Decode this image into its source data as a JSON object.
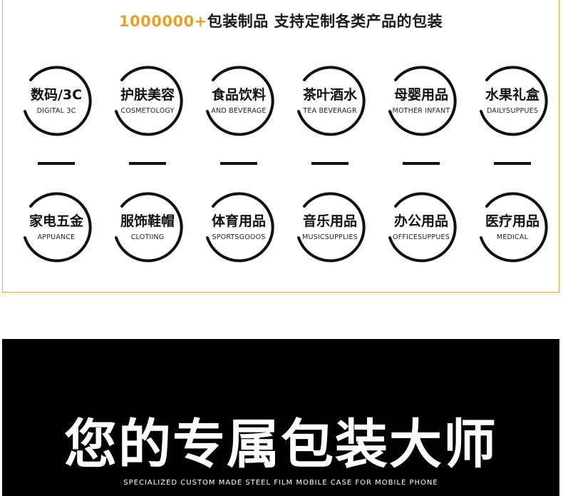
{
  "header": {
    "count": "1000000+",
    "text": "包装制品 支持定制各类产品的包装"
  },
  "categories_row1": [
    {
      "zh": "数码/3C",
      "en": "DIGITAL 3C"
    },
    {
      "zh": "护肤美容",
      "en": "COSMETOLOGY"
    },
    {
      "zh": "食品饮料",
      "en": "AND BEVERAGE"
    },
    {
      "zh": "茶叶酒水",
      "en": "TEA BEVERAGR"
    },
    {
      "zh": "母婴用品",
      "en": "MOTHER INFANT"
    },
    {
      "zh": "水果礼盒",
      "en": "DAILYSUPPUES"
    }
  ],
  "categories_row2": [
    {
      "zh": "家电五金",
      "en": "APPUANCE"
    },
    {
      "zh": "服饰鞋帽",
      "en": "CLOTIING"
    },
    {
      "zh": "体育用品",
      "en": "SPORTSGOOOS"
    },
    {
      "zh": "音乐用品",
      "en": "MUSICSUPPLIES"
    },
    {
      "zh": "办公用品",
      "en": "OFFICESUPPUES"
    },
    {
      "zh": "医疗用品",
      "en": "MEDICAL"
    }
  ],
  "banner": {
    "title": "您的专属包装大师",
    "subtitle": "SPECIALIZED CUSTOM MADE STEEL FILM MOBILE CASE FOR MOBILE PHONE"
  },
  "colors": {
    "accent": "#e5a12b",
    "border": "#e8a92a",
    "ink": "#111111",
    "banner_bg": "#000000"
  }
}
